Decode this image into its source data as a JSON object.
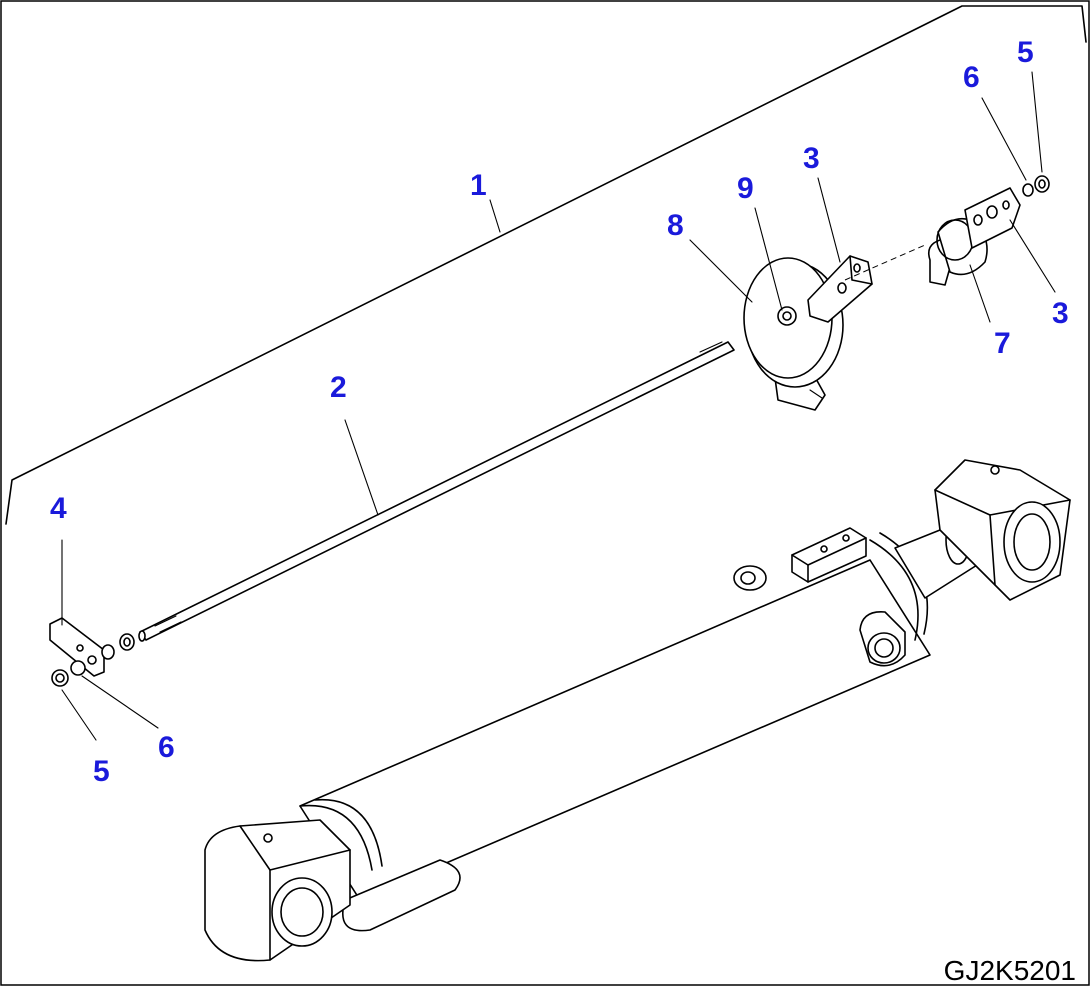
{
  "diagram": {
    "drawing_code": "GJ2K5201",
    "callout_color": "#1a1adb",
    "callouts": [
      {
        "id": "c1",
        "label": "1"
      },
      {
        "id": "c2",
        "label": "2"
      },
      {
        "id": "c3a",
        "label": "3"
      },
      {
        "id": "c3b",
        "label": "3"
      },
      {
        "id": "c4",
        "label": "4"
      },
      {
        "id": "c5a",
        "label": "5"
      },
      {
        "id": "c5b",
        "label": "5"
      },
      {
        "id": "c6a",
        "label": "6"
      },
      {
        "id": "c6b",
        "label": "6"
      },
      {
        "id": "c7",
        "label": "7"
      },
      {
        "id": "c8",
        "label": "8"
      },
      {
        "id": "c9",
        "label": "9"
      }
    ]
  }
}
